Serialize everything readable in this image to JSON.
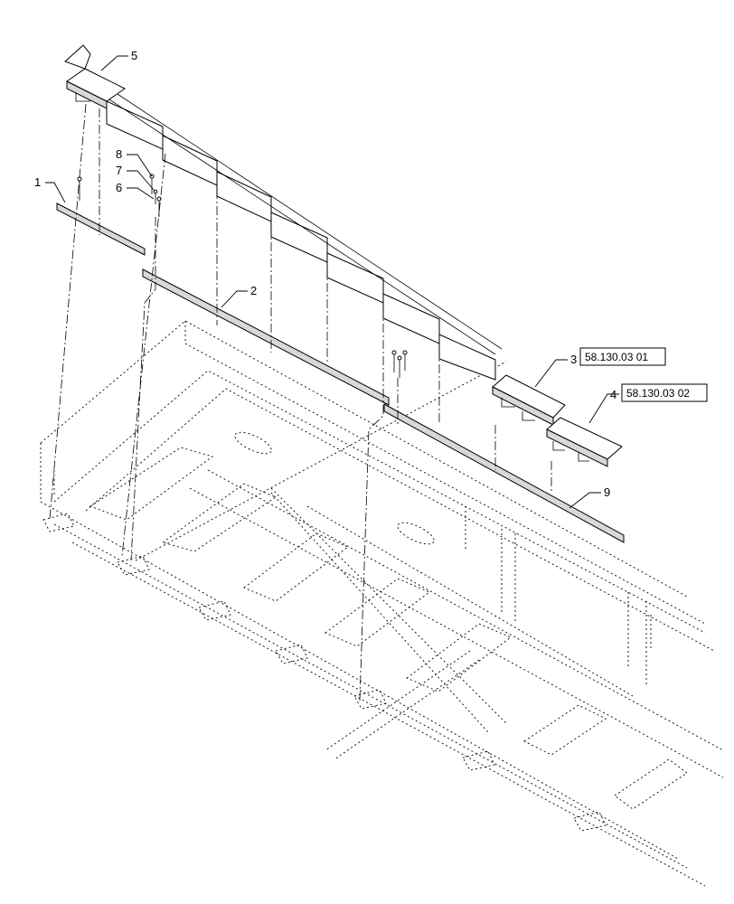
{
  "callouts": [
    {
      "id": "c1",
      "label": "1"
    },
    {
      "id": "c2",
      "label": "2"
    },
    {
      "id": "c3",
      "label": "3"
    },
    {
      "id": "c4",
      "label": "4"
    },
    {
      "id": "c5",
      "label": "5"
    },
    {
      "id": "c6",
      "label": "6"
    },
    {
      "id": "c7",
      "label": "7"
    },
    {
      "id": "c8",
      "label": "8"
    },
    {
      "id": "c9",
      "label": "9"
    }
  ],
  "references": [
    {
      "callout": "3",
      "text": "58.130.03 01"
    },
    {
      "callout": "4",
      "text": "58.130.03 02"
    }
  ]
}
